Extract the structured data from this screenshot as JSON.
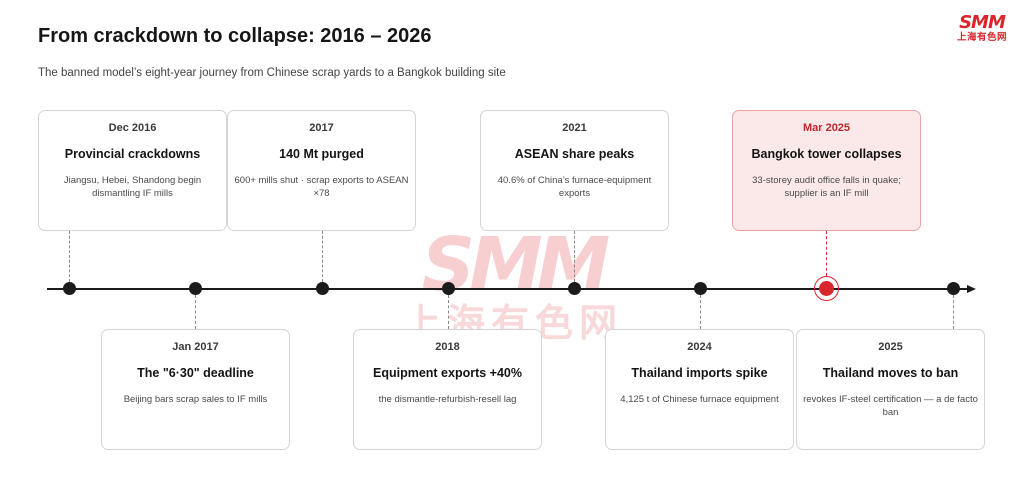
{
  "header": {
    "title": "From crackdown to collapse: 2016 – 2026",
    "subtitle": "The banned model’s eight-year journey from Chinese scrap yards to a Bangkok building site"
  },
  "brand": {
    "name": "SMM",
    "chinese_name": "上海有色网",
    "color": "#d9252c"
  },
  "colors": {
    "axis": "#1b1b1b",
    "highlight": "#d9252c",
    "highlight_fill": "#fbe9e9",
    "card_border": "#d5d5d5"
  },
  "timeline": {
    "events": [
      {
        "date": "Dec 2016",
        "headline": "Provincial crackdowns",
        "description": "Jiangsu, Hebei, Shandong begin dismantling IF mills",
        "position": "above",
        "highlighted": false
      },
      {
        "date": "Jan 2017",
        "headline": "The \"6·30\" deadline",
        "description": "Beijing bars scrap sales to IF mills",
        "position": "below",
        "highlighted": false
      },
      {
        "date": "2017",
        "headline": "140 Mt purged",
        "description": "600+ mills shut · scrap exports to ASEAN ×78",
        "position": "above",
        "highlighted": false
      },
      {
        "date": "2018",
        "headline": "Equipment exports +40%",
        "description": "the dismantle-refurbish-resell lag",
        "position": "below",
        "highlighted": false
      },
      {
        "date": "2021",
        "headline": "ASEAN share peaks",
        "description": "40.6% of China’s furnace-equipment exports",
        "position": "above",
        "highlighted": false
      },
      {
        "date": "2024",
        "headline": "Thailand imports spike",
        "description": "4,125 t of Chinese furnace equipment",
        "position": "below",
        "highlighted": false
      },
      {
        "date": "Mar 2025",
        "headline": "Bangkok tower collapses",
        "description": "33-storey audit office falls in quake; supplier is an IF mill",
        "position": "above",
        "highlighted": true
      },
      {
        "date": "2025",
        "headline": "Thailand moves to ban",
        "description": "revokes IF-steel certification — a de facto ban",
        "position": "below",
        "highlighted": false
      }
    ]
  }
}
